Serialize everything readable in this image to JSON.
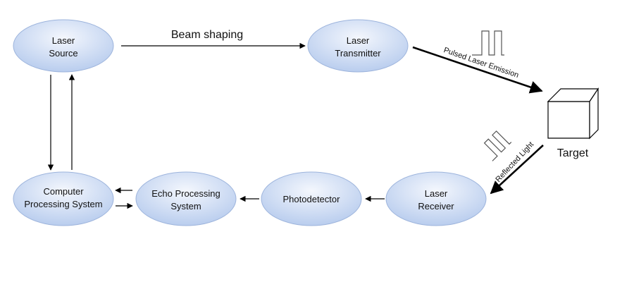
{
  "nodes": {
    "laser_source": [
      "Laser",
      "Source"
    ],
    "laser_transmitter": [
      "Laser",
      "Transmitter"
    ],
    "computer_processing": [
      "Computer",
      "Processing System"
    ],
    "echo_processing": [
      "Echo Processing",
      "System"
    ],
    "photodetector": [
      "Photodetector"
    ],
    "laser_receiver": [
      "Laser",
      "Receiver"
    ]
  },
  "labels": {
    "beam_shaping": "Beam shaping",
    "pulsed_emission": "Pulsed Laser Emission",
    "reflected_light": "Reflected Light",
    "target": "Target"
  },
  "colors": {
    "node_fill_top": "#eef3fc",
    "node_fill_bottom": "#b9cdee",
    "node_stroke": "#9db4dc",
    "arrow": "#000000"
  },
  "icons": [
    "pulse-icon",
    "cube-icon"
  ]
}
